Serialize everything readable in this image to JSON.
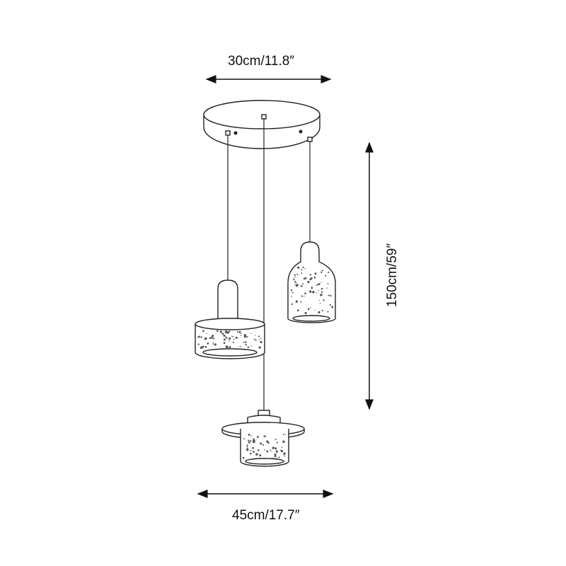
{
  "dimensions": {
    "canopy_width": "30cm/11.8″",
    "max_height": "150cm/59″",
    "overall_width": "45cm/17.7″"
  },
  "colors": {
    "line": "#222222",
    "speckle": "#555555",
    "background": "#ffffff"
  }
}
